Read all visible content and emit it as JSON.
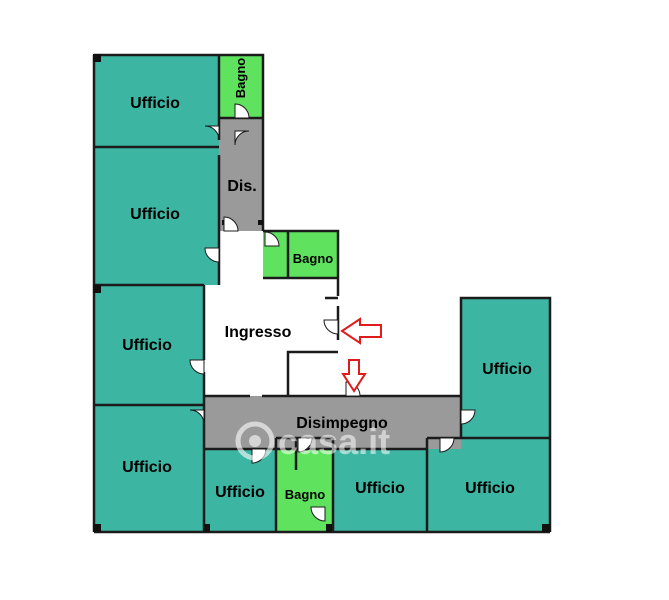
{
  "colors": {
    "office": "#3cb5a2",
    "bathroom": "#5fe35f",
    "corridor": "#9a9a9a",
    "entrance": "#ffffff",
    "wall": "#1b1b1b",
    "arrow": "#e01b1b"
  },
  "rooms": {
    "ufficio_1": "Ufficio",
    "ufficio_2": "Ufficio",
    "ufficio_3": "Ufficio",
    "ufficio_4": "Ufficio",
    "ufficio_5": "Ufficio",
    "ufficio_6": "Ufficio",
    "ufficio_7": "Ufficio",
    "ufficio_8": "Ufficio",
    "bagno_top": "Bagno",
    "bagno_mid": "Bagno",
    "bagno_bottom": "Bagno",
    "dis": "Dis.",
    "ingresso": "Ingresso",
    "disimpegno": "Disimpegno"
  },
  "watermark": "casa.it"
}
